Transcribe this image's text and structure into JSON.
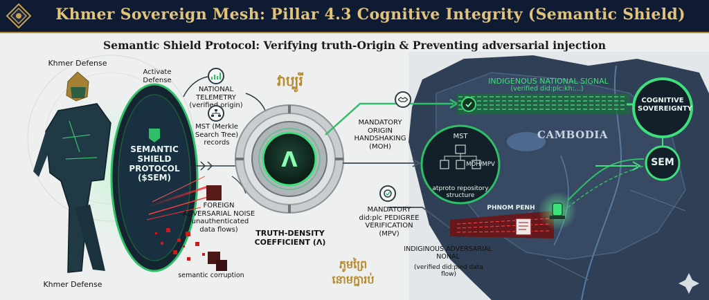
{
  "header": {
    "title": "Khmer Sovereign Mesh: Pillar 4.3 Cognitive Integrity (Semantic Shield)",
    "subtitle": "Semantic Shield Protocol: Verifying truth-Origin & Preventing adversarial injection"
  },
  "figure": {
    "label_top": "Khmer Defense",
    "label_bottom": "Khmer Defense",
    "activate": "Activate Defense"
  },
  "shield": {
    "line1": "SEMANTIC",
    "line2": "SHIELD",
    "line3": "PROTOCOL",
    "line4": "($SEM)"
  },
  "inputs": {
    "telemetry": "NATIONAL TELEMETRY (verified origin)",
    "mst": "MST (Merkle Search Tree) records",
    "noise": "FOREIGN ADVERSARIAL NOISE (unauthenticated data flows)",
    "corruption": "semantic corruption"
  },
  "core": {
    "khmer_top": "វាប្បូរី",
    "symbol": "Λ",
    "caption": "TRUTH-DENSITY COEFFICIENT (Λ)",
    "khmer_bottom_1": "ភូមព្រៃ",
    "khmer_bottom_2": "នោមក្នារប់"
  },
  "mandates": {
    "moh": "MANDATORY ORIGIN HANDSHAKING (MOH)",
    "mpv": "MANDATORY did:plc PEDIGREE VERIFICATION (MPV)"
  },
  "repo": {
    "title": "MST",
    "tag": "MOH/MPV",
    "caption": "atproto repository structure"
  },
  "map": {
    "signal_title": "INDIGENOUS NATIONAL SIGNAL",
    "signal_sub": "(verified did:plc:kh:...)",
    "country": "CAMBODIA",
    "capital": "PHNOM PENH",
    "cognitive": "COGNITIVE SOVEREIGNTY",
    "sem": "SEM",
    "nonal": "INDIGINOUS ADVERSARIAL NONAL",
    "nonal_sub": "(verified did:pied data flow)"
  },
  "colors": {
    "banner": "#0f1b33",
    "gold": "#e2c37a",
    "accent_green": "#3ee07c",
    "threat_red": "#e0282a",
    "map": "#2f3f55"
  },
  "icons": [
    "crest-icon",
    "chart-icon",
    "hierarchy-icon",
    "handshake-icon",
    "gear-check-icon",
    "document-icon",
    "check-icon",
    "beacon-icon",
    "sparkle-icon"
  ]
}
